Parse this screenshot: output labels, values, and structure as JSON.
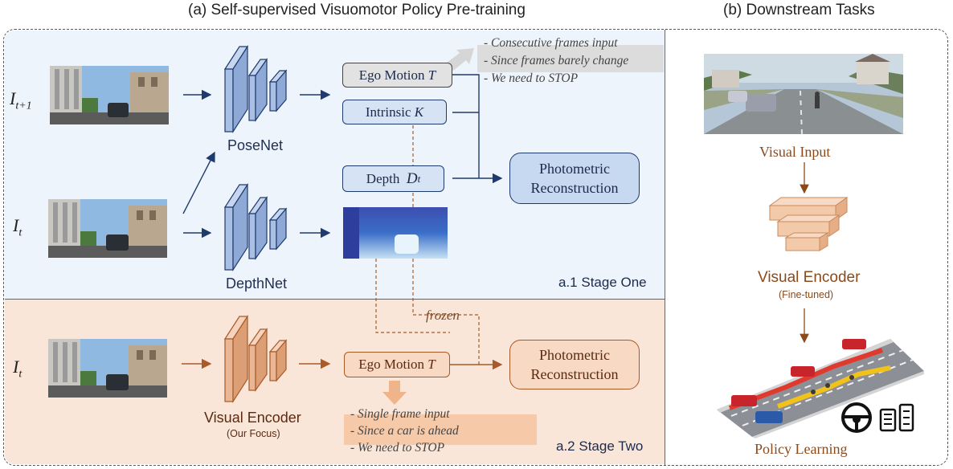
{
  "titles": {
    "left": "(a) Self-supervised Visuomotor Policy Pre-training",
    "right": "(b) Downstream Tasks"
  },
  "stage1": {
    "frame_next_label": "I",
    "frame_next_sub": "t+1",
    "frame_cur_label": "I",
    "frame_cur_sub": "t",
    "posenet_label": "PoseNet",
    "depthnet_label": "DepthNet",
    "ego_motion_label": "Ego Motion",
    "ego_motion_var": "T",
    "intrinsic_label": "Intrinsic",
    "intrinsic_var": "K",
    "depth_label": "Depth",
    "depth_var": "D",
    "depth_sub": "t",
    "photometric_line1": "Photometric",
    "photometric_line2": "Reconstruction",
    "notes": [
      "- Consecutive frames input",
      "- Since frames barely change",
      "- We need to STOP"
    ],
    "stage_label": "a.1 Stage One",
    "frozen_label": "frozen"
  },
  "stage2": {
    "frame_label": "I",
    "frame_sub": "t",
    "encoder_label": "Visual Encoder",
    "encoder_sublabel": "(Our Focus)",
    "ego_motion_label": "Ego Motion",
    "ego_motion_var": "T",
    "photometric_line1": "Photometric",
    "photometric_line2": "Reconstruction",
    "notes": [
      "- Single frame input",
      "- Since a car is ahead",
      "- We need to STOP"
    ],
    "stage_label": "a.2 Stage Two"
  },
  "downstream": {
    "visual_input_label": "Visual Input",
    "encoder_label": "Visual Encoder",
    "encoder_sublabel": "(Fine-tuned)",
    "policy_label": "Policy Learning"
  },
  "colors": {
    "stage1_bg": "#eef4fb",
    "stage2_bg": "#fae6d8",
    "net_blue": "#a9bfe3",
    "net_orange": "#e9b795",
    "arrow_blue": "#1f3a6e",
    "arrow_orange": "#a85a28"
  },
  "icons": [
    "street-image",
    "depth-map-image",
    "driving-sim-image",
    "road-scene-image",
    "steering-wheel-icon",
    "pedals-icon"
  ]
}
